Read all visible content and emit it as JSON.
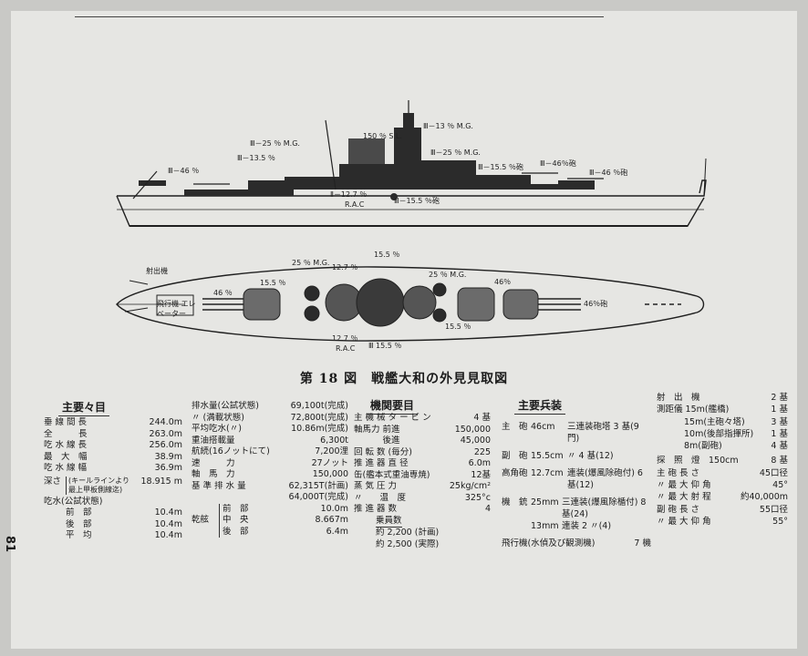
{
  "page_number": "81",
  "figure": {
    "title": "第 18 図　戦艦大和の外見見取図",
    "side_view_labels": [
      "150 ％ S.L.",
      "Ⅲ－13 ％ M.G.",
      "Ⅲ－25 ％ M.G.",
      "Ⅲ－25 ％ M.G.",
      "Ⅲ－13.5 ％",
      "Ⅲ－46 ％",
      "Ⅲ－15.5 ％砲",
      "Ⅲ－46％砲",
      "Ⅲ－46 ％砲",
      "Ⅱ－12.7 ％",
      "Ⅲ－15.5 ％砲",
      "R.A.C"
    ],
    "plan_view_labels": [
      "射出機",
      "飛行機 エレベーター",
      "25 ％ M.G.",
      "12.7 ％",
      "15.5 ％",
      "15.5 ％",
      "46 ％",
      "25 ％ M.G.",
      "46％",
      "46％砲",
      "15.5 ％",
      "12.7 ％",
      "R.A.C",
      "Ⅲ 15.5 ％"
    ]
  },
  "main_dimensions": {
    "heading": "主要々目",
    "rows": [
      [
        "垂 線 間 長",
        "244.0m"
      ],
      [
        "全　　　長",
        "263.0m"
      ],
      [
        "吃 水 線 長",
        "256.0m"
      ],
      [
        "最　大　幅",
        "38.9m"
      ],
      [
        "吃 水 線 幅",
        "36.9m"
      ]
    ],
    "depth_label": "深さ",
    "depth_note": "(キールラインより最上甲板側線迄)",
    "depth_value": "18.915 m",
    "draft_label": "吃水(公試状態)",
    "draft_rows": [
      [
        "前　部",
        "10.4m"
      ],
      [
        "後　部",
        "10.4m"
      ],
      [
        "平　均",
        "10.4m"
      ]
    ]
  },
  "displacement": {
    "rows": [
      [
        "排水量(公試状態)",
        "69,100t(完成)"
      ],
      [
        "〃 (満載状態)",
        "72,800t(完成)"
      ],
      [
        "平均吃水(〃)",
        "10.86m(完成)"
      ],
      [
        "重油搭載量",
        "6,300t"
      ],
      [
        "航続(16ノットにて)",
        "7,200浬"
      ],
      [
        "速　　　力",
        "27ノット"
      ],
      [
        "軸　馬　力",
        "150,000"
      ],
      [
        "基 準 排 水 量",
        "62,315T(計画)"
      ],
      [
        "",
        "64,000T(完成)"
      ]
    ],
    "freeboard_label": "乾舷",
    "freeboard_rows": [
      [
        "前　部",
        "10.0m"
      ],
      [
        "中　央",
        "8.667m"
      ],
      [
        "後　部",
        "6.4m"
      ]
    ]
  },
  "machinery": {
    "heading": "機関要目",
    "rows": [
      [
        "主 機 械 タ ー ビ ン",
        "4 基"
      ],
      [
        "軸馬力 前進",
        "150,000"
      ],
      [
        "　　　 後進",
        "45,000"
      ],
      [
        "回 転 数 (毎分)",
        "225"
      ],
      [
        "推 進 器 直 径",
        "6.0m"
      ],
      [
        "缶(艦本式重油専焼)",
        "12基"
      ],
      [
        "蒸 気 圧 力",
        "25kg/cm²"
      ],
      [
        "〃　　温　度",
        "325°c"
      ],
      [
        "推 進 器 数",
        "4"
      ]
    ],
    "crew_heading": "乗員数",
    "crew_rows": [
      [
        "約 2,200",
        "(計画)"
      ],
      [
        "約 2,500",
        "(実際)"
      ]
    ]
  },
  "armament": {
    "heading": "主要兵装",
    "rows": [
      [
        "主　砲",
        "46cm",
        "三連装砲塔 3 基(9 門)"
      ],
      [
        "副　砲",
        "15.5cm",
        "〃 4 基(12)"
      ],
      [
        "高角砲",
        "12.7cm",
        "連装(爆風除砲付) 6 基(12)"
      ],
      [
        "機　銃",
        "25mm",
        "三連装(爆風除楯付) 8 基(24)"
      ],
      [
        "",
        "13mm",
        "連装 2 〃(4)"
      ],
      [
        "飛行機(水偵及び観測機)",
        "",
        "7 機"
      ]
    ]
  },
  "misc": {
    "rows": [
      [
        "射　出　機",
        "2 基"
      ],
      [
        "測距儀 15m(艦橋)",
        "1 基"
      ],
      [
        "15m(主砲々塔)",
        "3 基"
      ],
      [
        "10m(後部指揮所)",
        "1 基"
      ],
      [
        "8m(副砲)",
        "4 基"
      ],
      [
        "探　照　燈　150cm",
        "8 基"
      ],
      [
        "主 砲 長 さ",
        "45口径"
      ],
      [
        "〃 最 大 仰 角",
        "45°"
      ],
      [
        "〃 最 大 射 程",
        "約40,000m"
      ],
      [
        "副 砲 長 さ",
        "55口径"
      ],
      [
        "〃 最 大 仰 角",
        "55°"
      ]
    ]
  }
}
